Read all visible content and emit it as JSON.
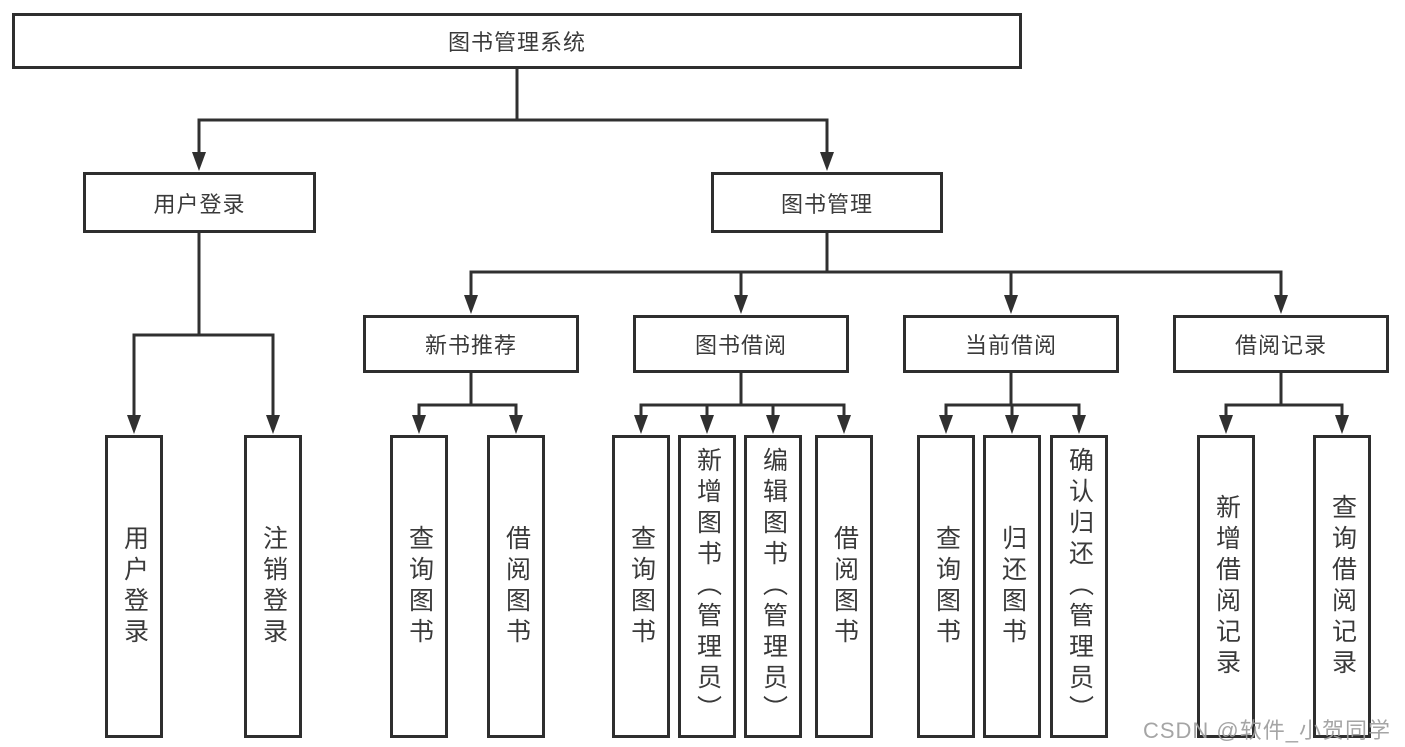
{
  "diagram": {
    "watermark": "CSDN @软件_小贺同学",
    "colors": {
      "line": "#303030",
      "box_border": "#2e2e2e",
      "text": "#3a3a3a",
      "background": "#ffffff",
      "watermark": "#9e9e9e"
    },
    "tree": {
      "label": "图书管理系统",
      "children": [
        {
          "label": "用户登录",
          "children": [
            {
              "label": "用户登录"
            },
            {
              "label": "注销登录"
            }
          ]
        },
        {
          "label": "图书管理",
          "children": [
            {
              "label": "新书推荐",
              "children": [
                {
                  "label": "查询图书"
                },
                {
                  "label": "借阅图书"
                }
              ]
            },
            {
              "label": "图书借阅",
              "children": [
                {
                  "label": "查询图书"
                },
                {
                  "label": "新增图书（管理员）"
                },
                {
                  "label": "编辑图书（管理员）"
                },
                {
                  "label": "借阅图书"
                }
              ]
            },
            {
              "label": "当前借阅",
              "children": [
                {
                  "label": "查询图书"
                },
                {
                  "label": "归还图书"
                },
                {
                  "label": "确认归还（管理员）"
                }
              ]
            },
            {
              "label": "借阅记录",
              "children": [
                {
                  "label": "新增借阅记录"
                },
                {
                  "label": "查询借阅记录"
                }
              ]
            }
          ]
        }
      ]
    }
  }
}
